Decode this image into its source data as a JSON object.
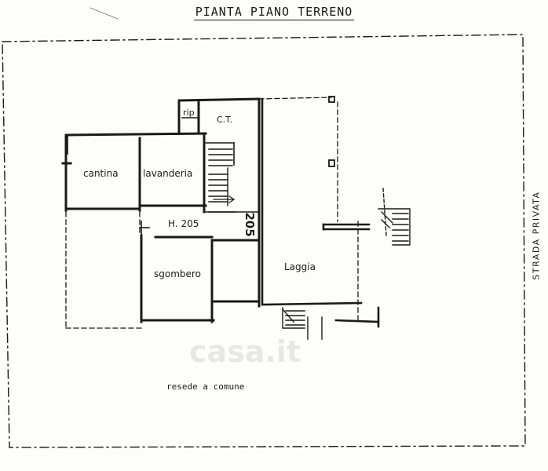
{
  "title": "PIANTA   PIANO TERRENO",
  "rooms": {
    "rip": "rip",
    "ct": "C.T.",
    "cantina": "cantina",
    "lavanderia": "lavanderia",
    "height": "H. 205",
    "sgombero": "sgombero",
    "loggia": "Laggia"
  },
  "dimension": "205",
  "street": "STRADA PRIVATA",
  "yard": "resede  a  comune",
  "watermark": "casa.it",
  "colors": {
    "ink": "#1a1a1a",
    "paper": "#fdfdfc"
  }
}
